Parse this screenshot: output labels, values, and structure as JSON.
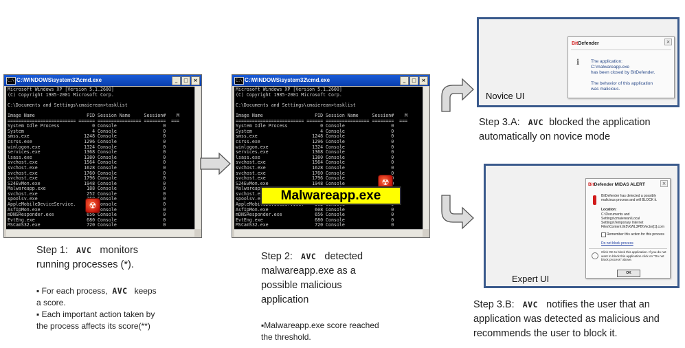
{
  "console": {
    "title": "C:\\WINDOWS\\system32\\cmd.exe",
    "icon": "C:\\",
    "lines": [
      "Microsoft Windows XP [Version 5.1.2600]",
      "(C) Copyright 1985-2001 Microsoft Corp.",
      "",
      "C:\\Documents and Settings\\cmaierean>tasklist",
      "",
      "Image Name                   PID Session Name     Session#    M",
      "========================= ====== ================ ========  ===",
      "System Idle Process            0 Console                 0",
      "System                         4 Console                 0",
      "smss.exe                    1248 Console                 0",
      "csrss.exe                   1296 Console                 0",
      "winlogon.exe                1324 Console                 0",
      "services.exe                1368 Console                 0",
      "lsass.exe                   1380 Console                 0",
      "svchost.exe                 1564 Console                 0",
      "svchost.exe                 1628 Console                 0",
      "svchost.exe                 1760 Console                 0",
      "svchost.exe                 1796 Console                 0",
      "S24EvMon.exe                1948 Console                 0",
      "Malwareapp.exe               188 Console                 0",
      "svchost.exe                  252 Console                 0",
      "spoolsv.exe                  360 Console                 0",
      "AppleMobileDeviceService.    392 Console                 0",
      "AsfIpMon.exe                 608 Console                 0",
      "mDNSResponder.exe            656 Console                 0",
      "EvtEng.exe                   680 Console                 0",
      "MSCamS32.exe                 720 Console                 0"
    ]
  },
  "malware_banner": "Malwareapp.exe",
  "novice": {
    "caption": "Novice UI",
    "brand_red": "Bit",
    "brand_rest": "Defender",
    "lines": [
      "The application:",
      "C:\\malwareapp.exe",
      "has been closed by BitDefender.",
      "",
      "The behavior of this application",
      "was malicious."
    ]
  },
  "expert": {
    "caption": "Expert UI",
    "title_red": "Bit",
    "title_rest": "Defender MIDAS ALERT",
    "headline": "BitDefender has detected a possibly malicious process and will BLOCK it.",
    "location_label": "Location:",
    "location_lines": [
      "C:\\Documents and",
      "Settings\\cmaierean\\Local",
      "Settings\\Temporary Internet",
      "Files\\Content.IE5\\XWL3PB\\Vector[1].com"
    ],
    "remember": "Remember this action for this process",
    "do_not_block": "Do not block process",
    "info": "Click OK to block this application. If you do not want to block this application click on \"Do not block process\" above.",
    "ok": "OK"
  },
  "avc": "AVC",
  "step1": {
    "pre": "Step 1:",
    "post": "monitors",
    "line2": "running processes (*)."
  },
  "bullets1": [
    {
      "pre": "For each process,",
      "post": "keeps",
      "line2": "a score."
    },
    {
      "line1": "Each important  action taken by",
      "line2": "the process affects its score(**)"
    }
  ],
  "step2": {
    "pre": "Step 2:",
    "post": "detected",
    "line2": "malwareapp.exe as a",
    "line3": "possible malicious",
    "line4": "application"
  },
  "bullet2": {
    "line1": "Malwareapp.exe score reached",
    "line2": "the threshold."
  },
  "step3a": {
    "pre": "Step 3.A:",
    "post": "blocked the application",
    "line2": "automatically on novice mode"
  },
  "step3b": {
    "pre": "Step 3.B:",
    "post": "notifies the user that an",
    "line2": "application was detected as malicious and",
    "line3": "recommends the user to block it."
  },
  "colors": {
    "panel_border": "#3a5a8c",
    "banner": "#ffff00",
    "titlebar": "#0a3fae"
  }
}
